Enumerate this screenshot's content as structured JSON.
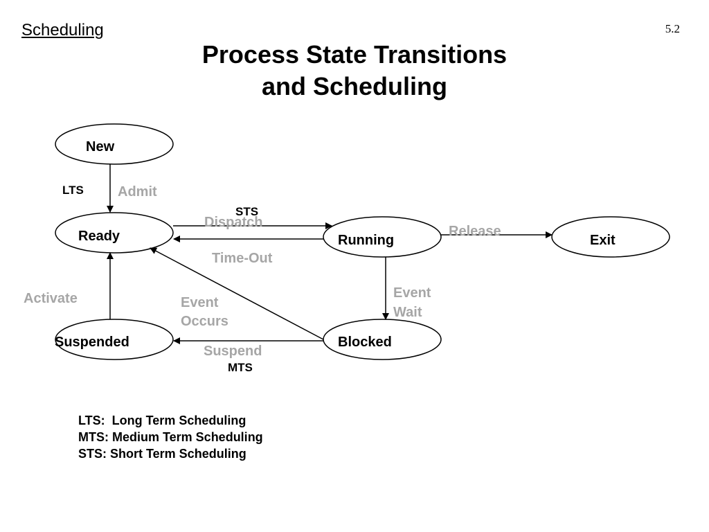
{
  "header": {
    "section": "Scheduling",
    "slide_number": "5.2",
    "title_line1": "Process State Transitions",
    "title_line2": "and Scheduling"
  },
  "states": {
    "new": "New",
    "ready": "Ready",
    "running": "Running",
    "exit": "Exit",
    "suspended": "Suspended",
    "blocked": "Blocked"
  },
  "transitions": {
    "admit": "Admit",
    "dispatch": "Dispatch",
    "time_out": "Time-Out",
    "release": "Release",
    "event_wait_line1": "Event",
    "event_wait_line2": "Wait",
    "event_occurs_line1": "Event",
    "event_occurs_line2": "Occurs",
    "activate": "Activate",
    "suspend": "Suspend"
  },
  "schedulers": {
    "lts": "LTS",
    "sts": "STS",
    "mts": "MTS"
  },
  "legend": {
    "lts": "LTS:  Long Term Scheduling",
    "mts": "MTS: Medium Term Scheduling",
    "sts": "STS: Short Term Scheduling"
  },
  "colors": {
    "state_outline": "#000000",
    "transition_label": "#a6a6a6",
    "text": "#000000"
  }
}
